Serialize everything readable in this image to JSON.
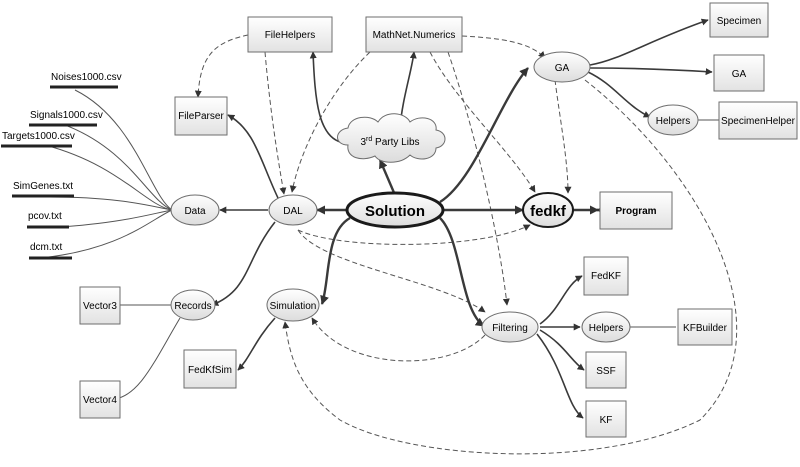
{
  "nodes": {
    "solution": "Solution",
    "fedkf": "fedkf",
    "program": "Program",
    "file_helpers": "FileHelpers",
    "mathnet": "MathNet.Numerics",
    "file_parser": "FileParser",
    "third_party": {
      "prefix": "3",
      "sup": "rd",
      "suffix": " Party Libs"
    },
    "dal": "DAL",
    "data": "Data",
    "records": "Records",
    "simulation": "Simulation",
    "filtering": "Filtering",
    "ga": "GA",
    "ga_helpers": "Helpers",
    "specimen": "Specimen",
    "ga_box": "GA",
    "specimen_helper": "SpecimenHelper",
    "fedkf_box": "FedKF",
    "filter_helpers": "Helpers",
    "kf_builder": "KFBuilder",
    "ssf": "SSF",
    "kf": "KF",
    "vector3": "Vector3",
    "vector4": "Vector4",
    "fedkf_sim": "FedKfSim"
  },
  "files": {
    "noises": "Noises1000.csv",
    "signals": "Signals1000.csv",
    "targets": "Targets1000.csv",
    "simgenes": "SimGenes.txt",
    "pcov": "pcov.txt",
    "dcm": "dcm.txt"
  }
}
